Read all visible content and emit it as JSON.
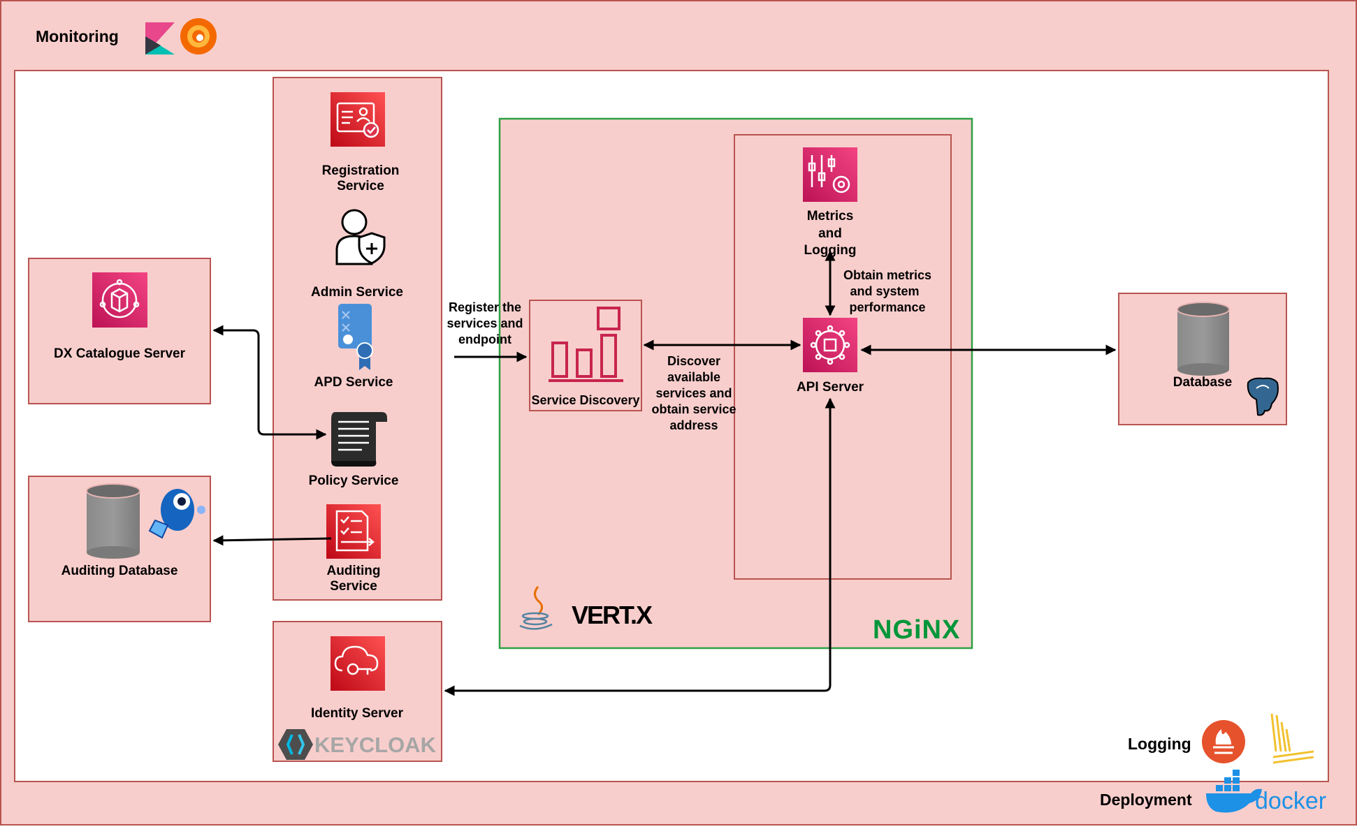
{
  "frame": {
    "monitoring_label": "Monitoring",
    "logging_label": "Logging",
    "deployment_label": "Deployment"
  },
  "nodes": {
    "dx_catalogue": "DX Catalogue Server",
    "auditing_db": "Auditing Database",
    "registration": [
      "Registration",
      "Service"
    ],
    "admin": "Admin Service",
    "apd": "APD Service",
    "policy": "Policy Service",
    "auditing_service": [
      "Auditing",
      "Service"
    ],
    "identity": "Identity Server",
    "service_discovery": "Service Discovery",
    "metrics": [
      "Metrics",
      "and",
      "Logging"
    ],
    "api_server": "API Server",
    "database": "Database"
  },
  "edge_labels": {
    "register": [
      "Register the",
      "services and",
      "endpoint"
    ],
    "discover": [
      "Discover",
      "available",
      "services and",
      "obtain service",
      "address"
    ],
    "metrics": [
      "Obtain metrics",
      "and system",
      "performance"
    ]
  },
  "logos": {
    "keycloak": "KEYCLOAK",
    "vertx": "VERT.X",
    "nginx": "NGiNX",
    "docker": "docker"
  },
  "colors": {
    "container_fill": "#f8cecc",
    "container_stroke": "#b85450",
    "nginx_green": "#009639",
    "aws_red": "#dd344c",
    "aws_pink": "#e7157b",
    "db_gray": "#808080"
  }
}
